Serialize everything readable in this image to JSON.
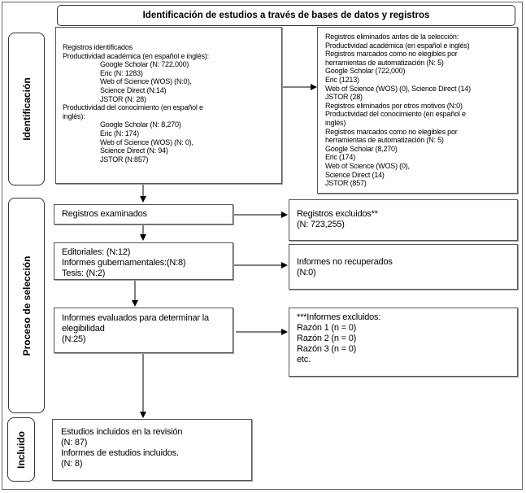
{
  "title": "Identificación de estudios a través de bases de datos y registros",
  "phases": [
    "Identificación",
    "Proceso de selección",
    "Incluido"
  ],
  "identified": {
    "lines": [
      {
        "text": "Registros identificados",
        "indent": false
      },
      {
        "text": "Productividad académica (en español e inglés):",
        "indent": false
      },
      {
        "text": "Google Scholar (N: 722,000)",
        "indent": true
      },
      {
        "text": "Eric (N: 1283)",
        "indent": true
      },
      {
        "text": "Web of Science (WOS) (N:0),",
        "indent": true
      },
      {
        "text": "Science Direct (N:14)",
        "indent": true
      },
      {
        "text": "JSTOR (N: 28)",
        "indent": true
      },
      {
        "text": "Productividad del conocimiento (en español e",
        "indent": false
      },
      {
        "text": "inglés):",
        "indent": false
      },
      {
        "text": "Google Scholar (N: 8,270)",
        "indent": true
      },
      {
        "text": "Eric (N: 174)",
        "indent": true
      },
      {
        "text": "Web of Science (WOS) (N: 0),",
        "indent": true
      },
      {
        "text": "Science Direct (N: 94)",
        "indent": true
      },
      {
        "text": "JSTOR (N:857)",
        "indent": true
      }
    ]
  },
  "removed": {
    "lines": [
      "Registros eliminados antes de la selección:",
      "Productividad académica (en español e inglés)",
      "Registros marcados como no elegibles por",
      "herramientas de automatización (N: 5)",
      "Google Scholar (722,000)",
      "Eric (1213)",
      "Web of Science (WOS) (0), Science Direct (14)",
      "JSTOR (28)",
      "Registros eliminados por otros motivos (N:0)",
      "Productividad del conocimiento (en español e",
      "inglés)",
      "Registros marcados como no elegibles por",
      "herramientas de automatización (N: 5)",
      "Google Scholar (8,270)",
      "Eric (174)",
      "Web of Science (WOS) (0),",
      "Science Direct (14)",
      "JSTOR (857)"
    ]
  },
  "screened": {
    "lines": [
      "Registros examinados"
    ]
  },
  "excluded": {
    "lines": [
      "Registros excluidos**",
      "(N: 723,255)"
    ]
  },
  "sought": {
    "lines": [
      "Editoriales: (N:12)",
      "Informes gubernamentales:(N:8)",
      "Tesis: (N:2)"
    ]
  },
  "not_retrieved": {
    "lines": [
      "Informes no recuperados",
      "(N:0)"
    ]
  },
  "assessed": {
    "lines": [
      "Informes evaluados para determinar la",
      "elegibilidad",
      "(N:25)"
    ]
  },
  "reports_excluded": {
    "lines": [
      "***Informes excluidos:",
      "Razón 1 (n = 0)",
      "Razón 2 (n = 0)",
      "Razón 3 (n = 0)",
      "etc."
    ]
  },
  "included": {
    "lines": [
      "Estudios incluidos en la revisión",
      "(N: 87)",
      "Informes de estudios incluidos.",
      "(N: 8)"
    ]
  }
}
